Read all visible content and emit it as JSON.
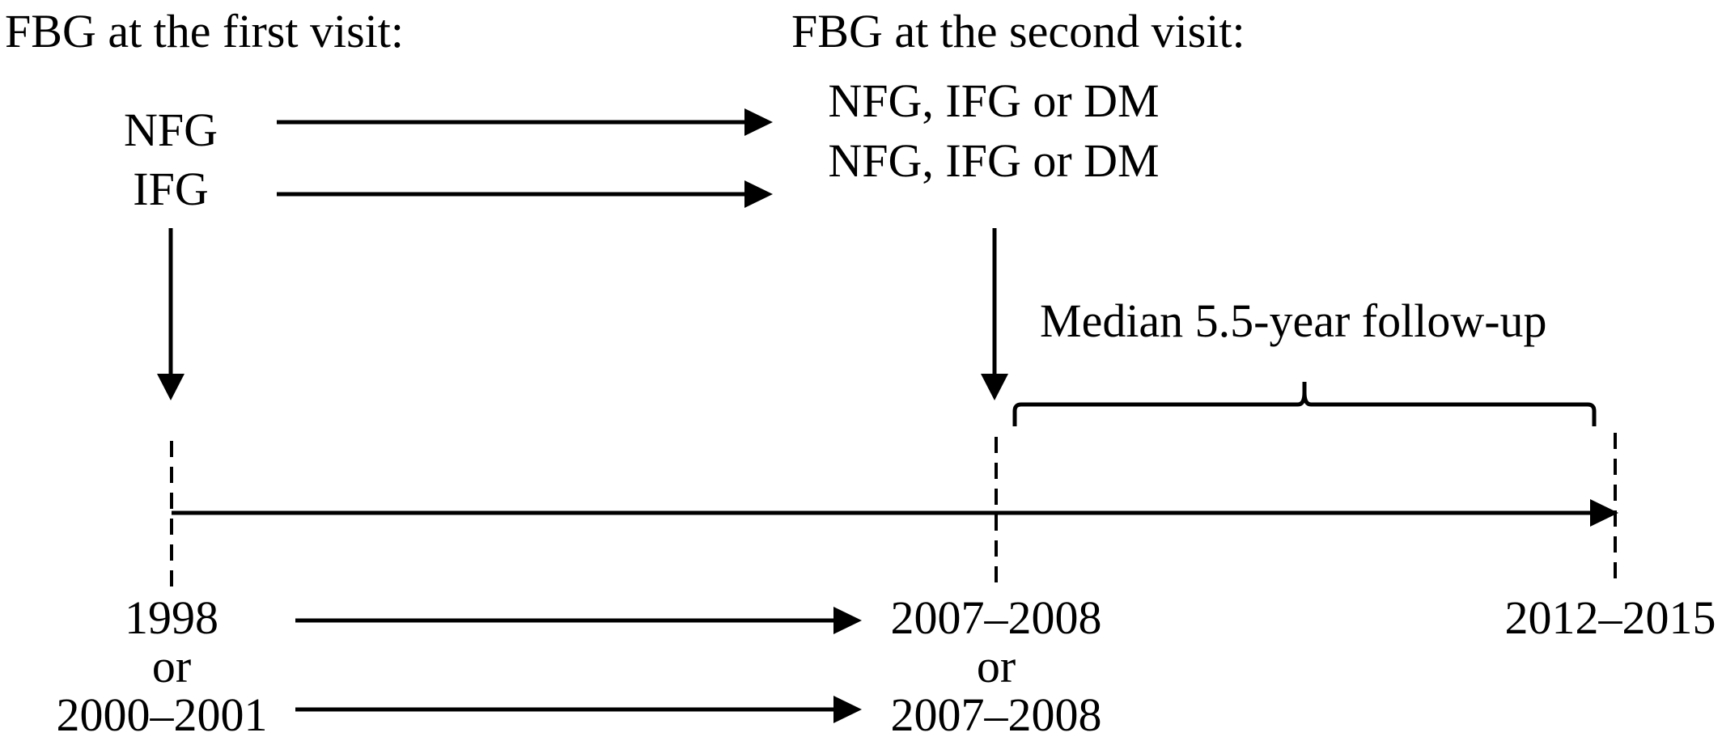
{
  "headers": {
    "first_visit": "FBG at the first visit:",
    "second_visit": "FBG at the second visit:"
  },
  "first_visit_groups": [
    "NFG",
    "IFG"
  ],
  "second_visit_outcomes": [
    "NFG, IFG or DM",
    "NFG, IFG or DM"
  ],
  "follow_up_label": "Median 5.5-year follow-up",
  "timeline": {
    "start": {
      "line1": "1998",
      "line2": "or",
      "line3": "2000–2001"
    },
    "middle": {
      "line1": "2007–2008",
      "line2": "or",
      "line3": "2007–2008"
    },
    "end": {
      "line1": "2012–2015"
    }
  }
}
